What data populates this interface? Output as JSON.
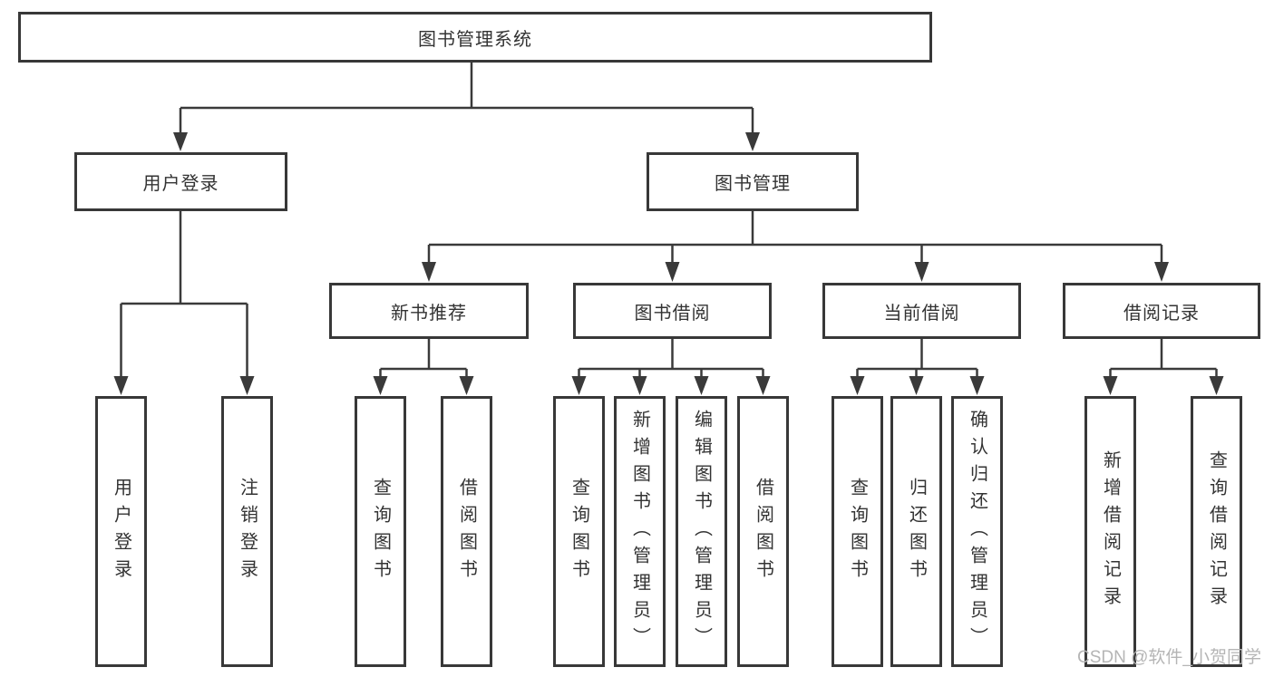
{
  "diagram": {
    "root": {
      "label": "图书管理系统"
    },
    "branches": [
      {
        "label": "用户登录",
        "children": [
          "用户登录",
          "注销登录"
        ]
      },
      {
        "label": "图书管理"
      }
    ],
    "modules": [
      {
        "label": "新书推荐",
        "children": [
          "查询图书",
          "借阅图书"
        ]
      },
      {
        "label": "图书借阅",
        "children": [
          "查询图书",
          "新增图书（管理员）",
          "编辑图书（管理员）",
          "借阅图书"
        ]
      },
      {
        "label": "当前借阅",
        "children": [
          "查询图书",
          "归还图书",
          "确认归还（管理员）"
        ]
      },
      {
        "label": "借阅记录",
        "children": [
          "新增借阅记录",
          "查询借阅记录"
        ]
      }
    ]
  },
  "watermark": "CSDN @软件_小贺同学",
  "colors": {
    "line": "#3a3a3a",
    "border": "#383838",
    "text": "#333333",
    "background": "#ffffff",
    "watermark": "#b5b5b5"
  }
}
